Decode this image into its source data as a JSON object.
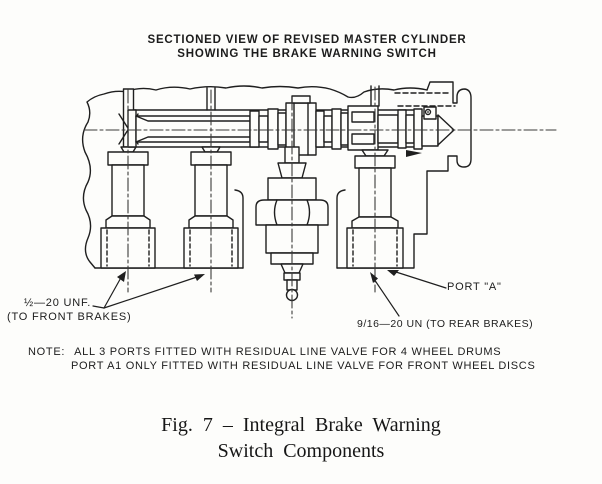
{
  "title": {
    "line1": "SECTIONED VIEW OF REVISED MASTER CYLINDER",
    "line2": "SHOWING THE BRAKE WARNING SWITCH"
  },
  "labels": {
    "front_brakes_thread": "½—20 UNF.",
    "front_brakes_dest": "(TO FRONT BRAKES)",
    "port_a": "PORT \"A\"",
    "rear_brakes": "9/16—20 UN (TO REAR BRAKES)"
  },
  "note": {
    "prefix": "NOTE:",
    "line1": "ALL 3 PORTS FITTED WITH RESIDUAL LINE VALVE FOR 4 WHEEL DRUMS",
    "line2": "PORT A1 ONLY FITTED WITH RESIDUAL LINE VALVE FOR FRONT WHEEL DISCS"
  },
  "caption": {
    "line1": "Fig. 7 – Integral Brake Warning",
    "line2": "Switch Components"
  },
  "diagram": {
    "subject": "master-cylinder-sectioned-view",
    "components": [
      "residual-line-valve-front-1",
      "residual-line-valve-front-2",
      "residual-line-valve-rear-port-a",
      "brake-warning-switch",
      "piston-assembly",
      "mounting-flange"
    ]
  },
  "colors": {
    "ink": "#1f1f1f",
    "paper": "#fdfdfb"
  }
}
